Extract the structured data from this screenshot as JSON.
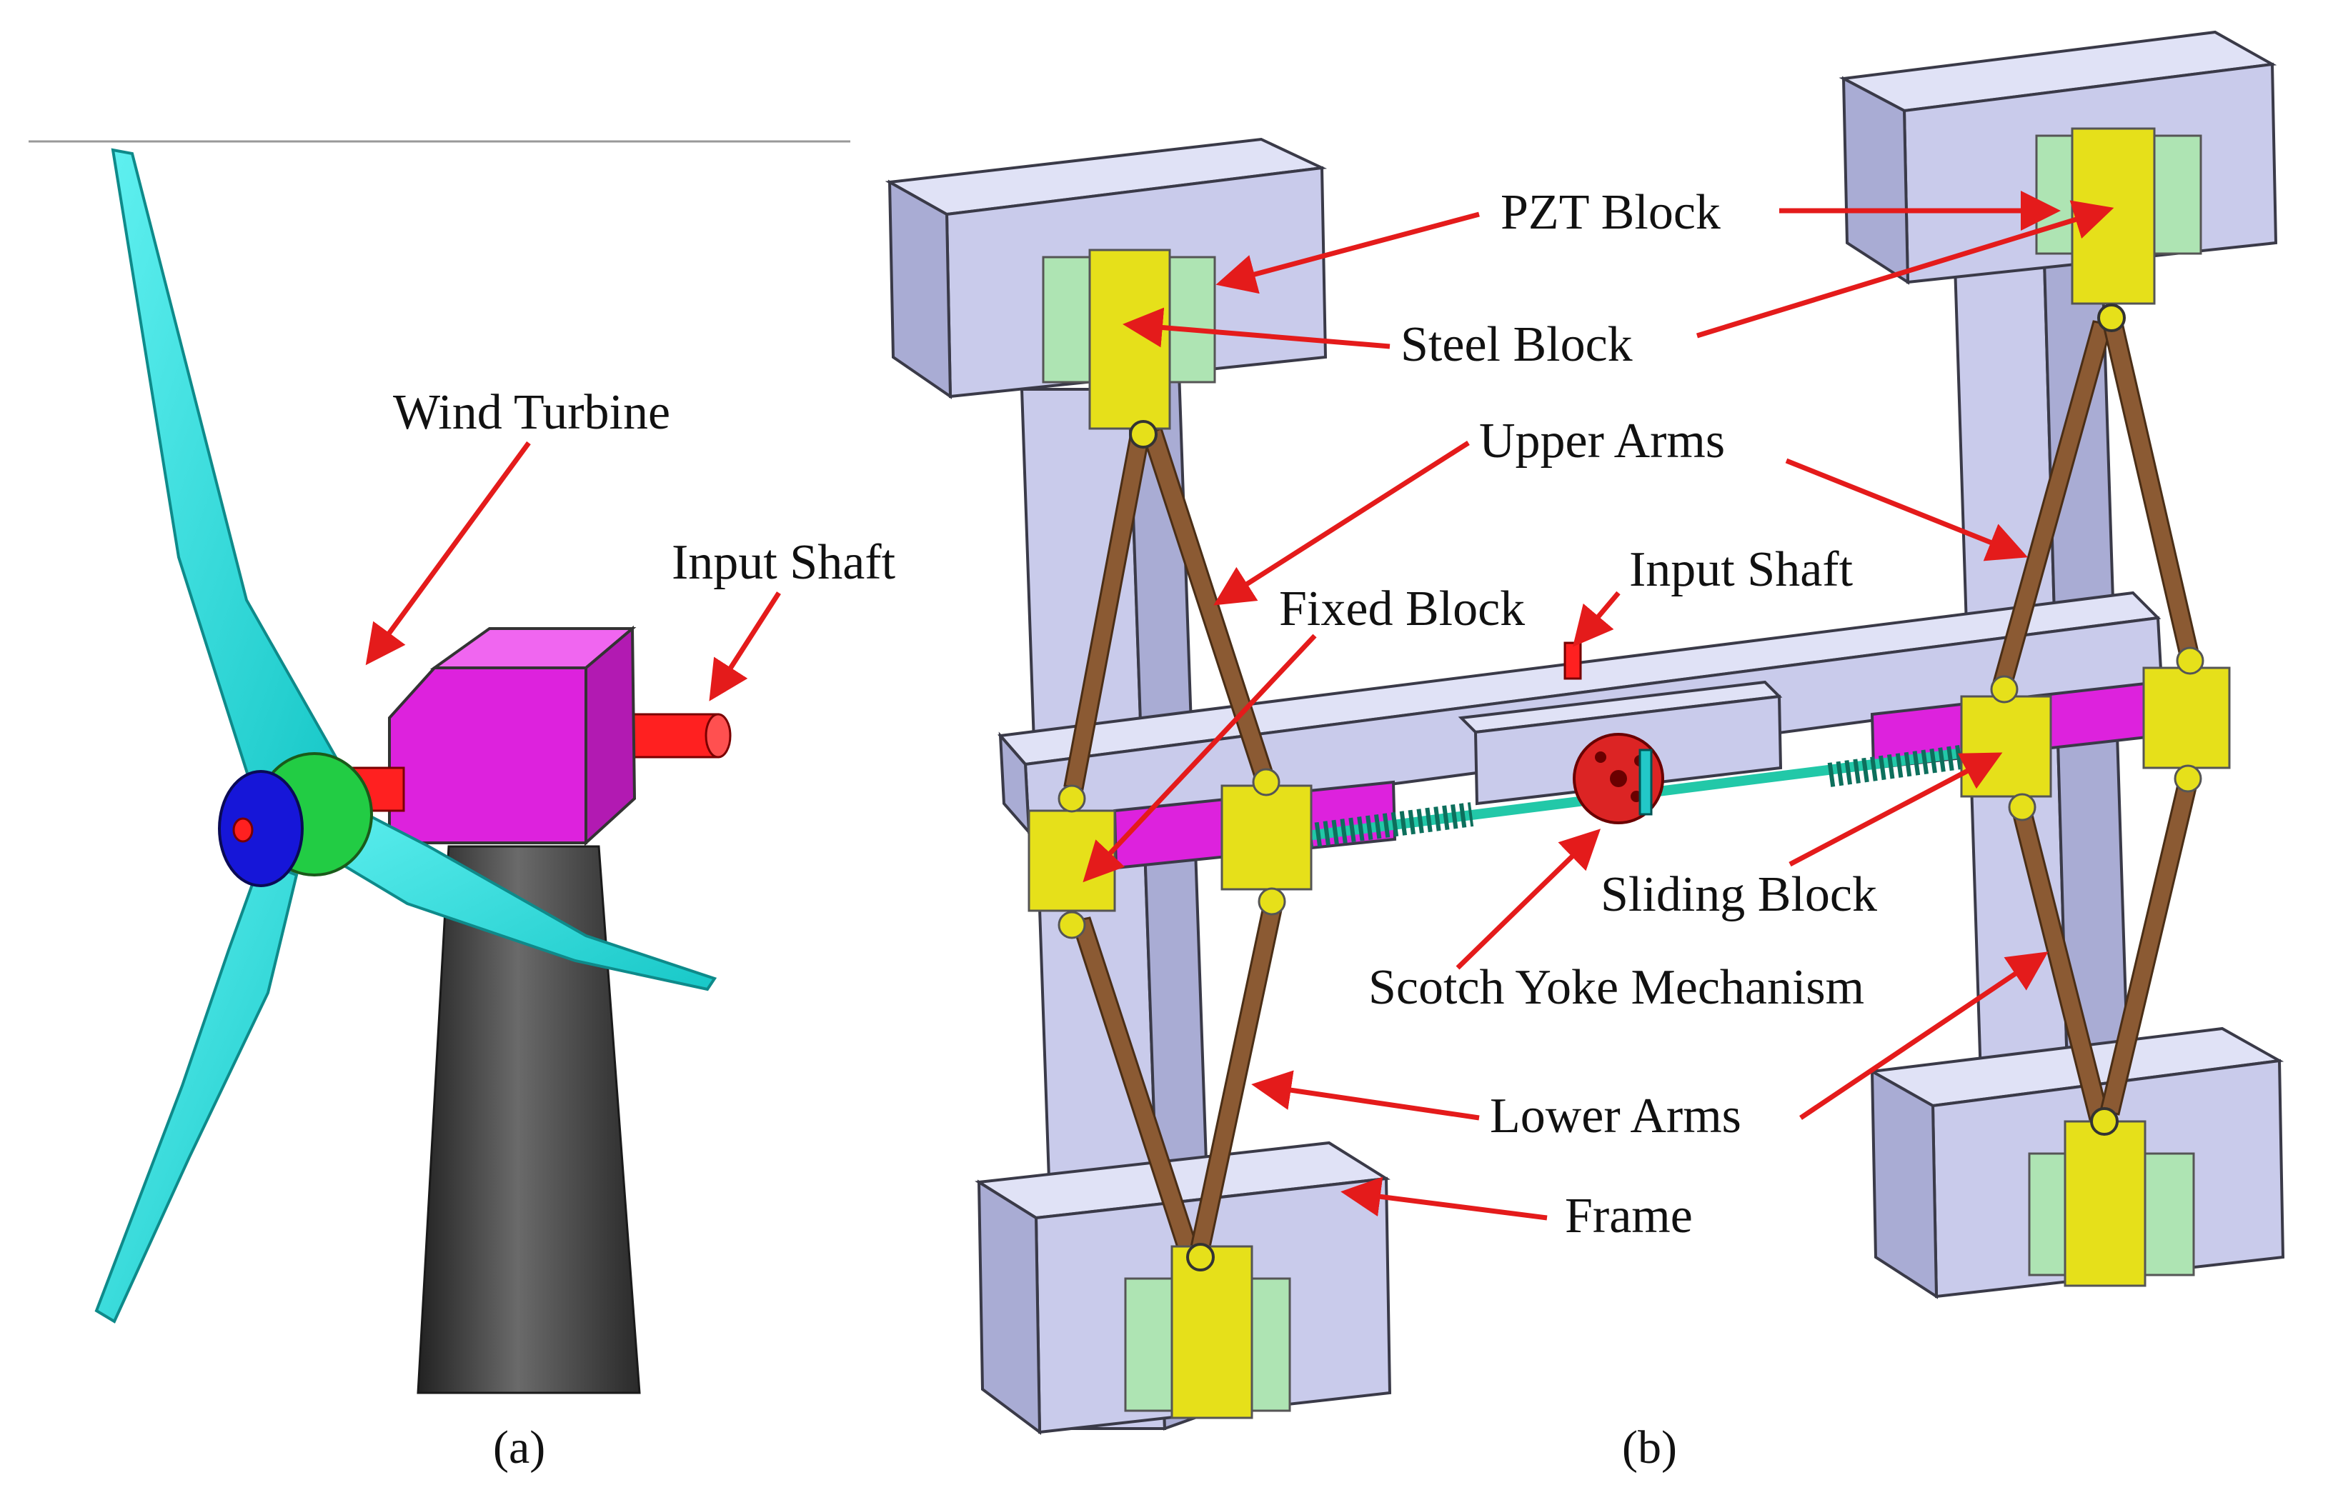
{
  "panel_a": {
    "caption": "(a)",
    "labels": {
      "wind_turbine": "Wind Turbine",
      "input_shaft": "Input Shaft"
    }
  },
  "panel_b": {
    "caption": "(b)",
    "labels": {
      "pzt_block": "PZT Block",
      "steel_block": "Steel Block",
      "upper_arms": "Upper Arms",
      "input_shaft": "Input Shaft",
      "fixed_block": "Fixed Block",
      "sliding_block": "Sliding  Block",
      "scotch_yoke": "Scotch Yoke Mechanism",
      "lower_arms": "Lower Arms",
      "frame": "Frame"
    }
  },
  "colors": {
    "annotation_arrow": "#e41b1b",
    "blade": "#22dede",
    "nacelle": "#dd22dd",
    "tower": "#3c3c3c",
    "hub": "#1a1ad0",
    "frame": "#c9cbeb",
    "arm": "#8b5a33",
    "pzt_block": "#aee4b3",
    "steel_block": "#e6e01a",
    "slider_rail": "#dd22dd",
    "spring": "#22c8a8",
    "yoke": "#dc2424"
  }
}
